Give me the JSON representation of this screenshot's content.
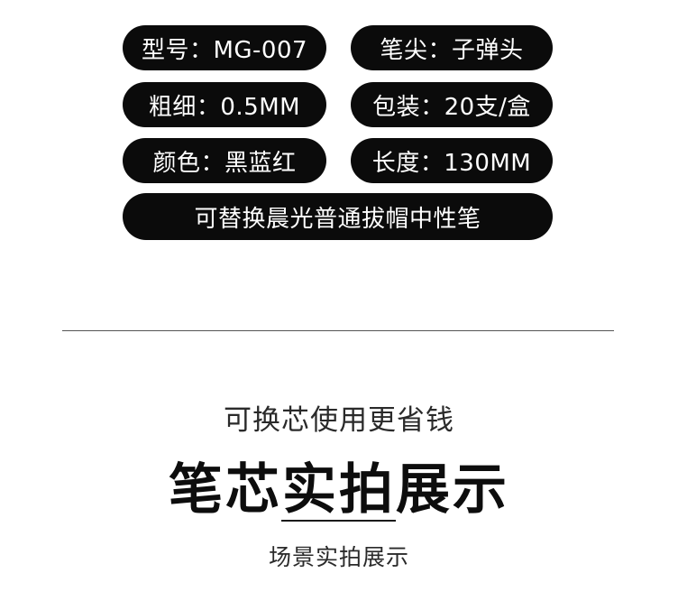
{
  "specs": {
    "model": "型号：MG-007",
    "tip": "笔尖：子弹头",
    "thickness": "粗细：0.5MM",
    "packaging": "包装：20支/盒",
    "color": "颜色：黑蓝红",
    "length": "长度：130MM",
    "note": "可替换晨光普通拔帽中性笔"
  },
  "section": {
    "subtitle": "可换芯使用更省钱",
    "title": "笔芯实拍展示",
    "caption": "场景实拍展示"
  }
}
